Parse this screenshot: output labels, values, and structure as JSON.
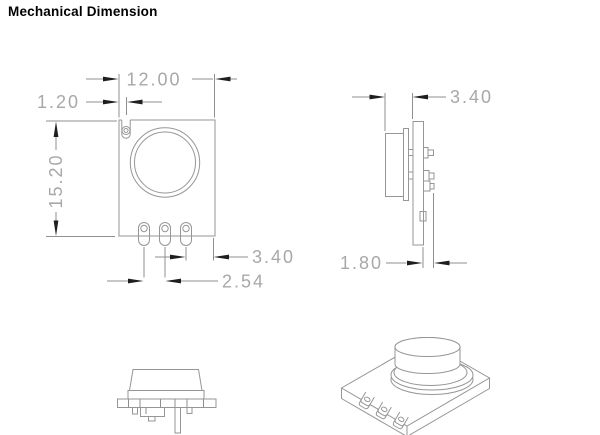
{
  "title": "Mechanical Dimension",
  "drawing_type": "mechanical dimension drawing of RF module (PCB with TO-39 can, 3 pins)",
  "colors": {
    "background": "#ffffff",
    "outline_line": "#969696",
    "dimension_line": "#8f8f8f",
    "dimension_text": "#a8a8a8",
    "arrowhead": "#1e1e1e",
    "title_text": "#000000"
  },
  "front_view": {
    "name": "front view (PCB with can and 3 pins)",
    "dim_board_width": "12.00",
    "dim_hole_offset": "1.20",
    "dim_board_height": "15.20",
    "dim_pin_to_edge": "3.40",
    "dim_pin_pitch": "2.54"
  },
  "side_view": {
    "name": "side view (edge-on PCB with can and bent pins)",
    "dim_total_height": "3.40",
    "dim_pin_length": "1.80"
  },
  "bottom_front_view": {
    "name": "front elevation of module lying flat"
  },
  "isometric_view": {
    "name": "3D isometric view of module"
  }
}
